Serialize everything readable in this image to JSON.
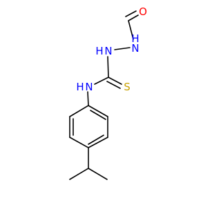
{
  "molecule": {
    "atoms": {
      "formyl_oxygen": {
        "text": "O",
        "color": "#ff0000"
      },
      "hydrazine_nh_upper": {
        "text": "N",
        "h": "H",
        "color": "#0000ff"
      },
      "hydrazine_nh_lower": {
        "text": "N",
        "h": "H",
        "color": "#0000ff"
      },
      "thioamide_nh": {
        "text": "N",
        "h": "H",
        "color": "#0000ff"
      },
      "thione_sulfur": {
        "text": "S",
        "color": "#c8a000"
      }
    },
    "bond_color": "#000000"
  }
}
